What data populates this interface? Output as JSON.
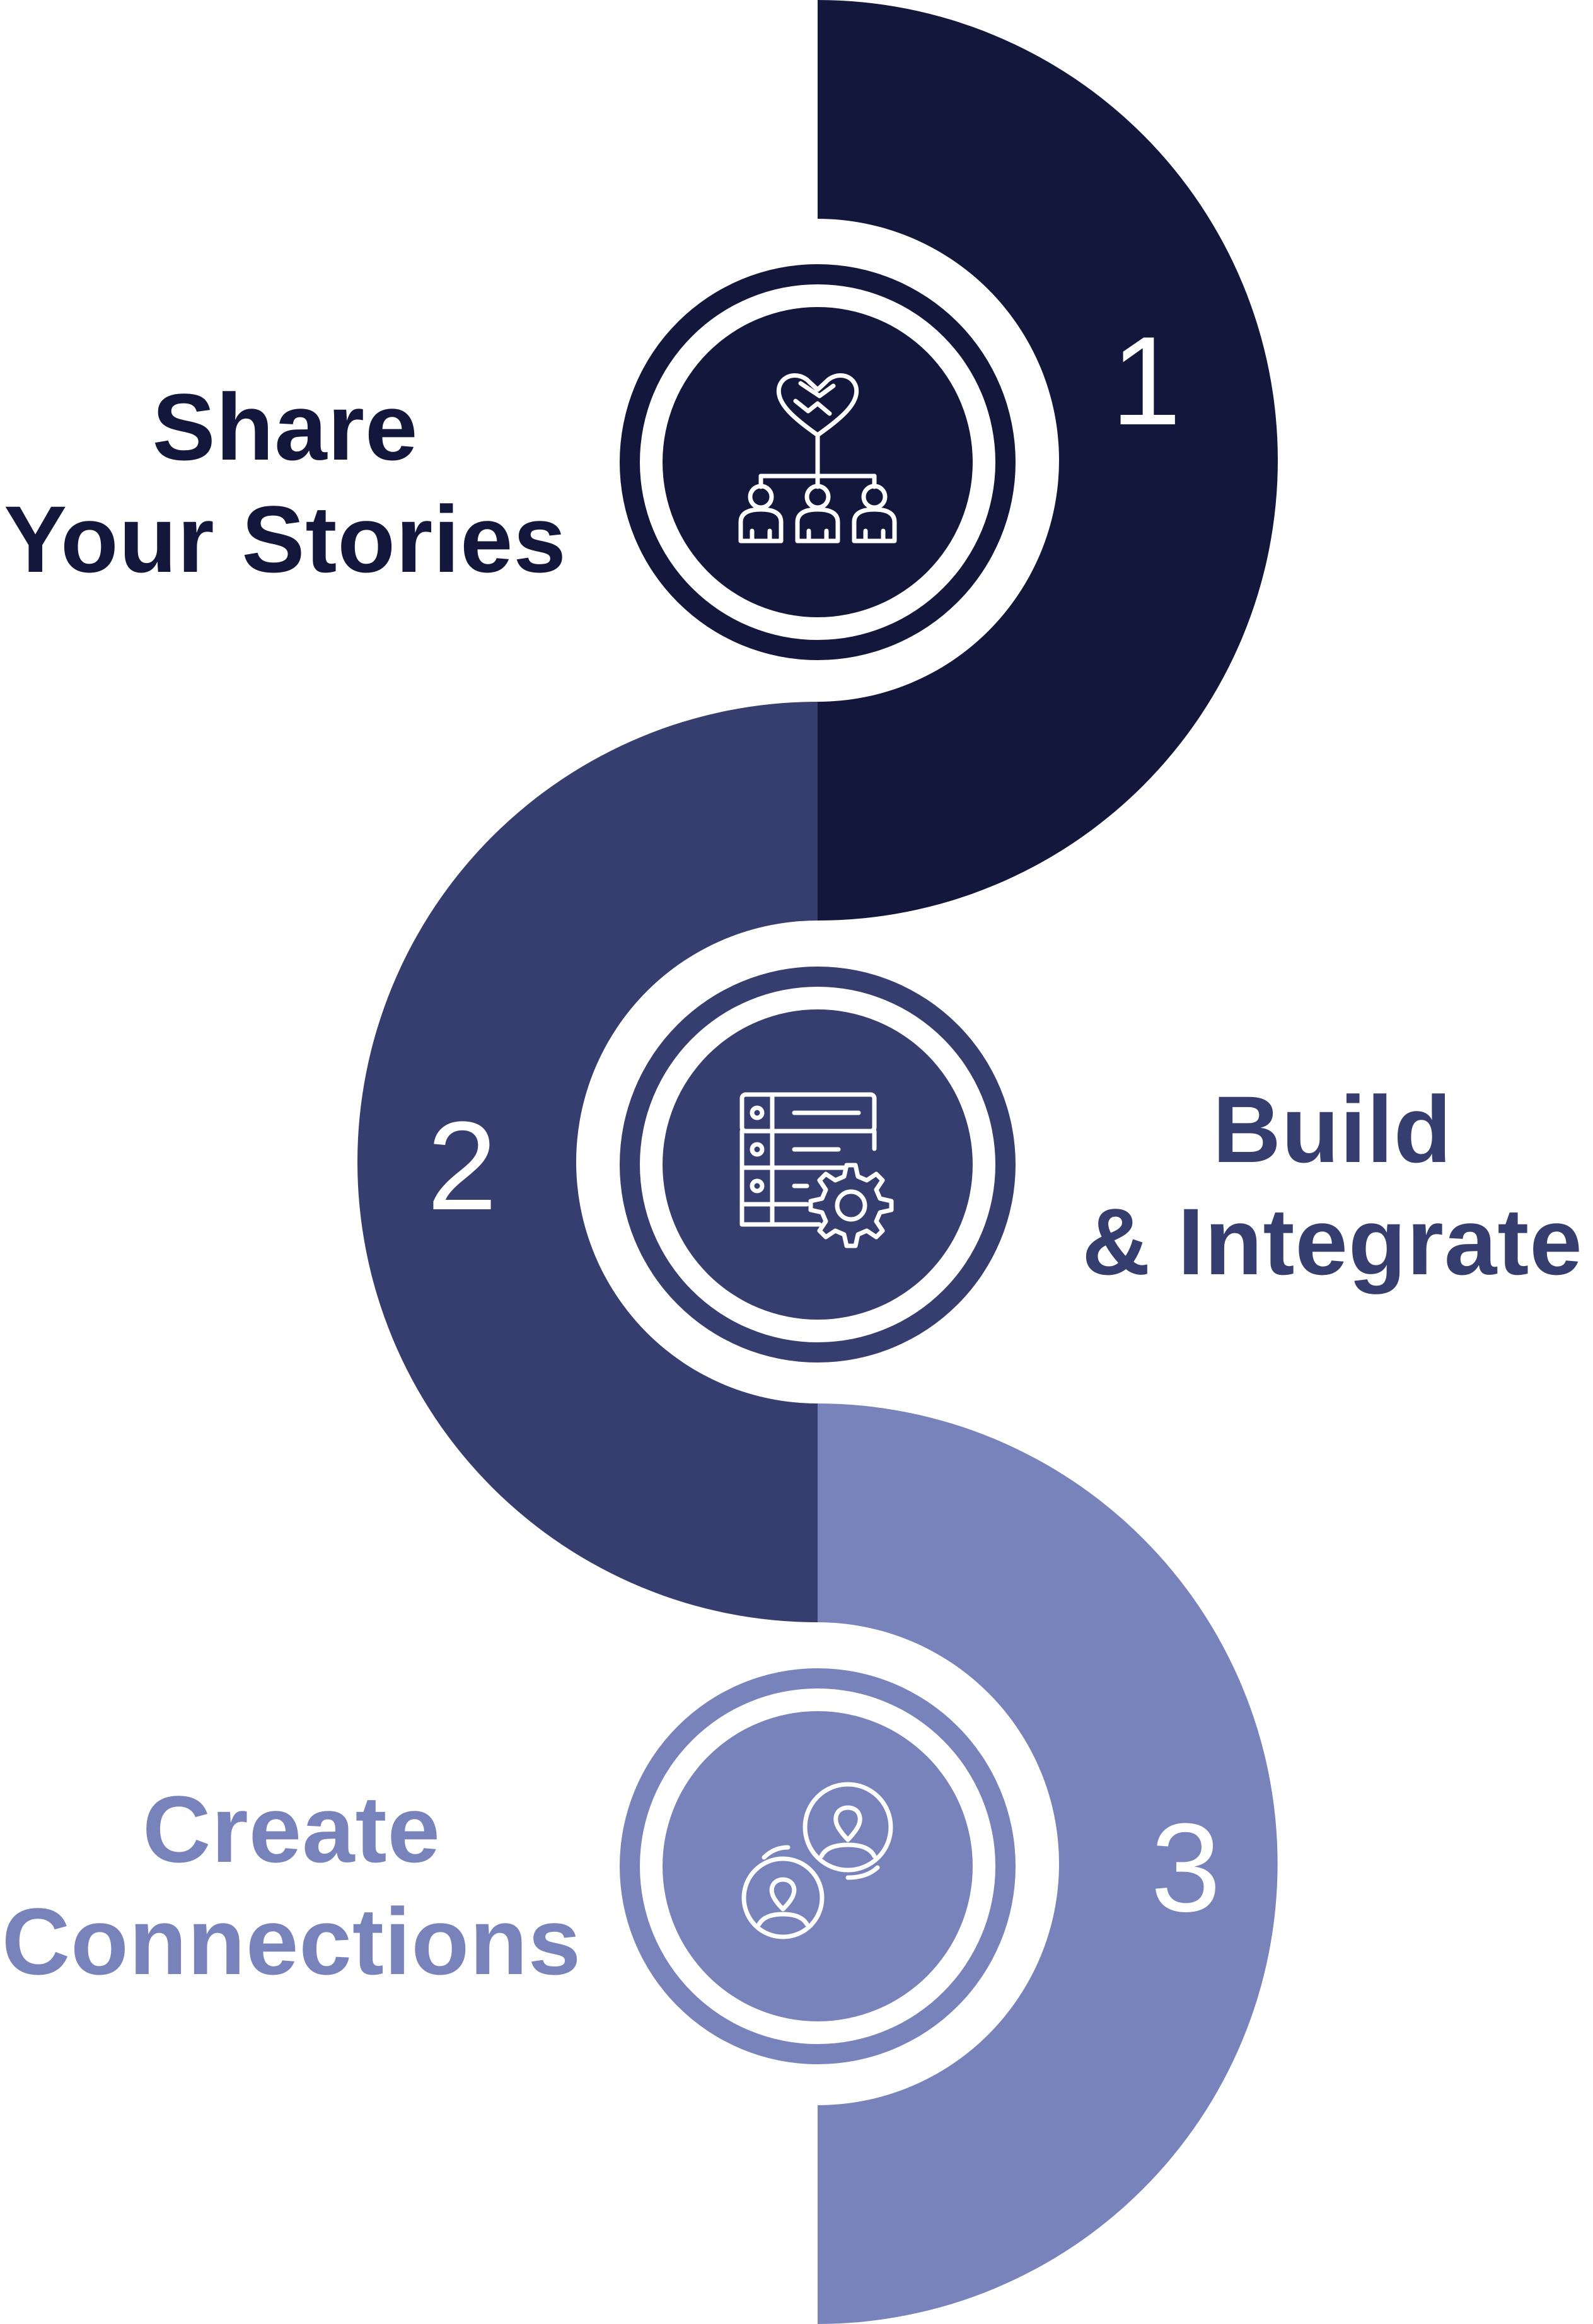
{
  "colors": {
    "step1": "#13173c",
    "step2": "#353e6f",
    "step3": "#7883bc",
    "background": "#ffffff",
    "icon_stroke": "#ffffff"
  },
  "steps": [
    {
      "number": "1",
      "title_line1": "Share",
      "title_line2": "Your Stories",
      "icon": "handshake-team-icon"
    },
    {
      "number": "2",
      "title_line1": "Build",
      "title_line2": "& Integrate",
      "icon": "server-gear-icon"
    },
    {
      "number": "3",
      "title_line1": "Create",
      "title_line2": "Connections",
      "icon": "connected-users-icon"
    }
  ]
}
